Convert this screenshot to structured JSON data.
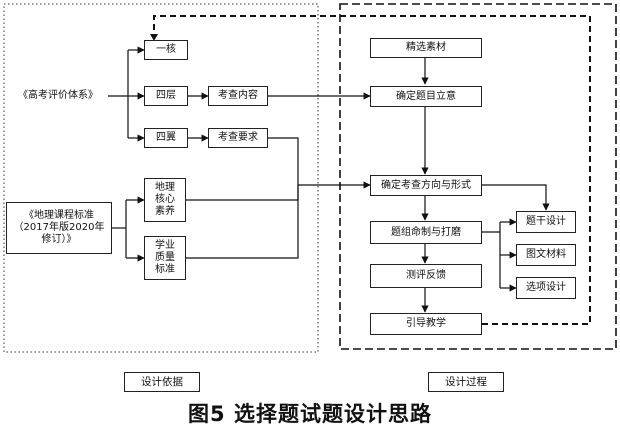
{
  "left_group": {
    "gaokao_system": "《高考评价体系》",
    "curriculum_standard": "《地理课程标准\n（2017年版2020年\n修订）》",
    "yihe": "一核",
    "sieceng": "四层",
    "siyi": "四翼",
    "kaocha_content": "考查内容",
    "kaocha_requirement": "考查要求",
    "dili_hexin": "地理\n核心\n素养",
    "xueye_zhiliang": "学业\n质量\n标准",
    "section_label": "设计依据"
  },
  "right_group": {
    "select_material": "精选素材",
    "define_intent": "确定题目立意",
    "define_direction": "确定考查方向与形式",
    "compose_polish": "题组命制与打磨",
    "test_feedback": "测评反馈",
    "guide_teaching": "引导教学",
    "stem_design": "题干设计",
    "graphic_material": "图文材料",
    "option_design": "选项设计",
    "section_label": "设计过程"
  },
  "caption": "图5 选择题试题设计思路"
}
